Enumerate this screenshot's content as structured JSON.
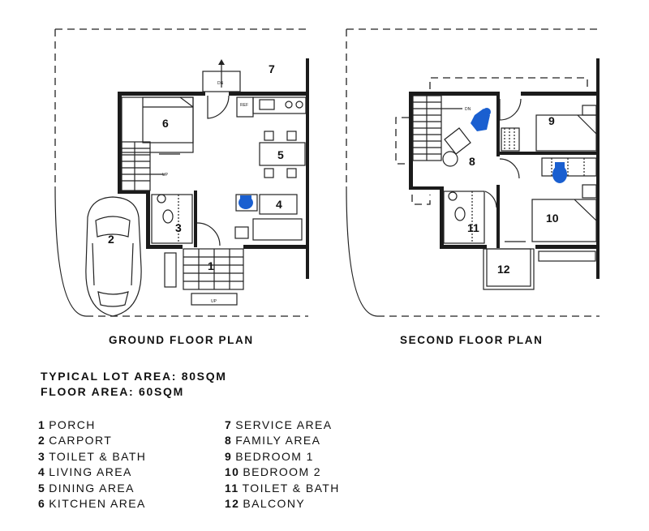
{
  "ground_floor": {
    "title": "GROUND FLOOR PLAN",
    "room_numbers": [
      "1",
      "2",
      "3",
      "4",
      "5",
      "6",
      "7"
    ],
    "fixture_labels": {
      "up_1": "UP",
      "up_2": "UP",
      "dn": "DN",
      "ref": "REF"
    }
  },
  "second_floor": {
    "title": "SECOND FLOOR PLAN",
    "room_numbers": [
      "8",
      "9",
      "10",
      "11",
      "12"
    ],
    "fixture_labels": {
      "dn": "DN"
    }
  },
  "areas": {
    "lot": "TYPICAL LOT AREA: 80SQM",
    "floor": "FLOOR AREA: 60SQM"
  },
  "legend": [
    {
      "num": "1",
      "label": "PORCH"
    },
    {
      "num": "2",
      "label": "CARPORT"
    },
    {
      "num": "3",
      "label": "TOILET & BATH"
    },
    {
      "num": "4",
      "label": "LIVING AREA"
    },
    {
      "num": "5",
      "label": "DINING AREA"
    },
    {
      "num": "6",
      "label": "KITCHEN AREA"
    },
    {
      "num": "7",
      "label": "SERVICE AREA"
    },
    {
      "num": "8",
      "label": "FAMILY AREA"
    },
    {
      "num": "9",
      "label": "BEDROOM 1"
    },
    {
      "num": "10",
      "label": "BEDROOM 2"
    },
    {
      "num": "11",
      "label": "TOILET & BATH"
    },
    {
      "num": "12",
      "label": "BALCONY"
    }
  ],
  "colors": {
    "wall": "#1b1b1b",
    "furniture_accent": "#1a5fd0"
  }
}
